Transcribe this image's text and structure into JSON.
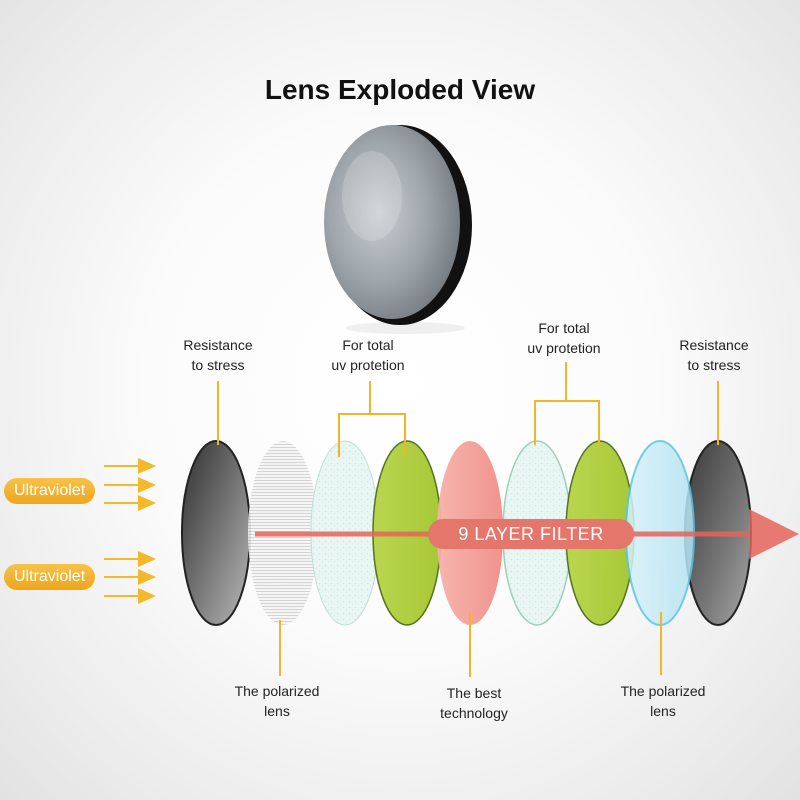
{
  "title": "Lens Exploded View",
  "beam_label": "9 LAYER FILTER",
  "uv_label": "Ultraviolet",
  "labels": {
    "stress_left": [
      "Resistance",
      "to stress"
    ],
    "uv_left": [
      "For total",
      "uv protetion"
    ],
    "uv_right": [
      "For total",
      "uv protetion"
    ],
    "stress_right": [
      "Resistance",
      "to stress"
    ],
    "polarized_left": [
      "The polarized",
      "lens"
    ],
    "best_tech": [
      "The best",
      "technology"
    ],
    "polarized_right": [
      "The polarized",
      "lens"
    ]
  },
  "colors": {
    "leader": "#f2b526",
    "beam": "#e5655a",
    "uv_arrow": "#f4b82b",
    "gray_lens": "#5a5a5a",
    "frost_lens": "#e4f3f0",
    "green_lens": "#a7cc36",
    "pink_lens": "#f29a93",
    "cyan_lens": "#bfe8f5"
  }
}
